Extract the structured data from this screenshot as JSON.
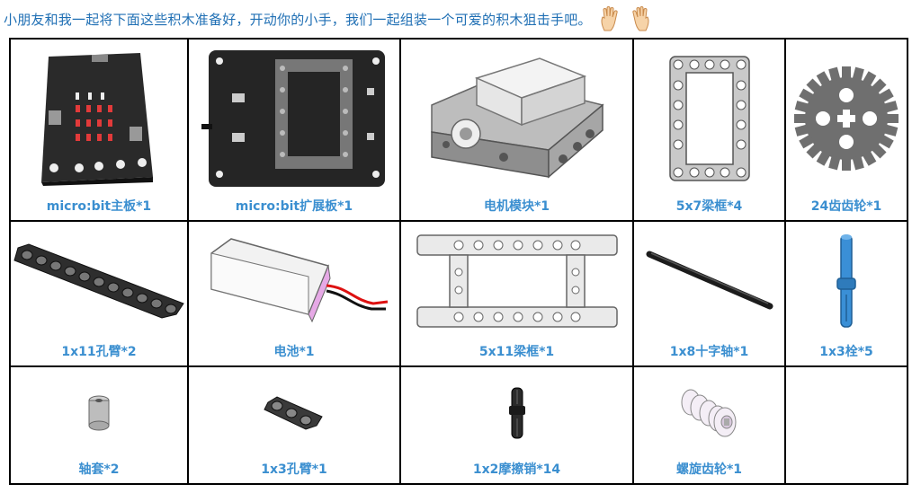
{
  "header": {
    "text": "小朋友和我一起将下面这些积木准备好，开动你的小手，我们一起组装一个可爱的积木狙击手吧。",
    "icons": [
      "hand-icon",
      "hand-icon"
    ]
  },
  "parts": [
    {
      "label": "micro:bit主板*1",
      "icon": "microbit-board-icon"
    },
    {
      "label": "micro:bit扩展板*1",
      "icon": "expansion-board-icon"
    },
    {
      "label": "电机模块*1",
      "icon": "motor-module-icon"
    },
    {
      "label": "5x7梁框*4",
      "icon": "beam-frame-5x7-icon"
    },
    {
      "label": "24齿齿轮*1",
      "icon": "gear-24-icon"
    },
    {
      "label": "1x11孔臂*2",
      "icon": "beam-1x11-icon"
    },
    {
      "label": "电池*1",
      "icon": "battery-icon"
    },
    {
      "label": "5x11梁框*1",
      "icon": "beam-frame-5x11-icon"
    },
    {
      "label": "1x8十字轴*1",
      "icon": "cross-axle-icon"
    },
    {
      "label": "1x3栓*5",
      "icon": "pin-1x3-icon"
    },
    {
      "label": "轴套*2",
      "icon": "bushing-icon"
    },
    {
      "label": "1x3孔臂*1",
      "icon": "beam-1x3-icon"
    },
    {
      "label": "1x2摩擦销*14",
      "icon": "friction-pin-icon"
    },
    {
      "label": "螺旋齿轮*1",
      "icon": "worm-gear-icon"
    }
  ]
}
